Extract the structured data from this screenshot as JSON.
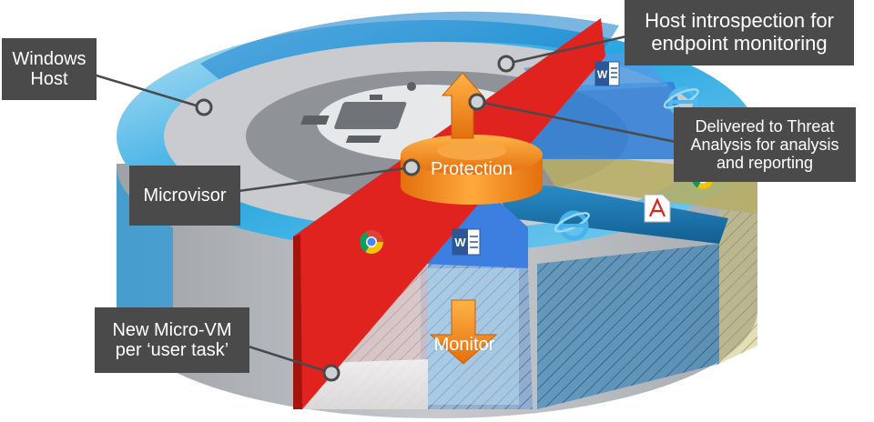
{
  "callouts": {
    "windows_host": "Windows\nHost",
    "host_introspection": "Host introspection for\nendpoint monitoring",
    "delivered": "Delivered to Threat\nAnalysis for analysis\nand reporting",
    "microvisor": "Microvisor",
    "micro_vm": "New Micro-VM\nper ‘user task’"
  },
  "labels": {
    "protection": "Protection",
    "monitor": "Monitor"
  },
  "colors": {
    "callout_bg": "#4a4a4a",
    "sky_blue": "#29a8e0",
    "deep_blue": "#1e73b8",
    "red_wall": "#e0231e",
    "orange": "#f28c1c",
    "olive": "#b8ad5c",
    "gray": "#b9bcc0"
  },
  "icons": {
    "word": "word-icon",
    "internet_explorer": "internet-explorer-icon",
    "chrome": "chrome-icon",
    "acrobat": "acrobat-icon",
    "circuit_chip": "circuit-chip-icon"
  }
}
